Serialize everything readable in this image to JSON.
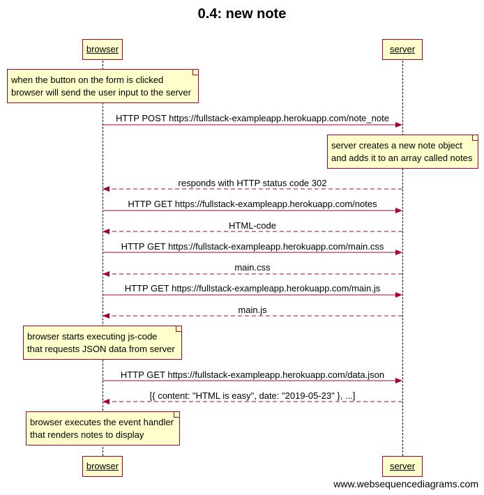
{
  "title": "0.4: new note",
  "participants": {
    "browser": "browser",
    "server": "server"
  },
  "notes": {
    "note1": [
      "when the button on the form is clicked",
      "browser will send the user input to the server"
    ],
    "note2": [
      "server creates a new note object",
      "and adds it to an array called notes"
    ],
    "note3": [
      "browser starts executing js-code",
      "that requests JSON data from server"
    ],
    "note4": [
      "browser executes the event handler",
      "that renders notes to display"
    ]
  },
  "messages": [
    {
      "label": "HTTP POST https://fullstack-exampleapp.herokuapp.com/note_note",
      "from": "browser",
      "to": "server",
      "style": "solid"
    },
    {
      "label": "responds with HTTP status code 302",
      "from": "server",
      "to": "browser",
      "style": "dashed"
    },
    {
      "label": "HTTP GET https://fullstack-exampleapp.herokuapp.com/notes",
      "from": "browser",
      "to": "server",
      "style": "solid"
    },
    {
      "label": "HTML-code",
      "from": "server",
      "to": "browser",
      "style": "dashed"
    },
    {
      "label": "HTTP GET https://fullstack-exampleapp.herokuapp.com/main.css",
      "from": "browser",
      "to": "server",
      "style": "solid"
    },
    {
      "label": "main.css",
      "from": "server",
      "to": "browser",
      "style": "dashed"
    },
    {
      "label": "HTTP GET https://fullstack-exampleapp.herokuapp.com/main.js",
      "from": "browser",
      "to": "server",
      "style": "solid"
    },
    {
      "label": "main.js",
      "from": "server",
      "to": "browser",
      "style": "dashed"
    },
    {
      "label": "HTTP GET https://fullstack-exampleapp.herokuapp.com/data.json",
      "from": "browser",
      "to": "server",
      "style": "solid"
    },
    {
      "label": "[{ content: \"HTML is easy\", date: \"2019-05-23\" }, ...]",
      "from": "server",
      "to": "browser",
      "style": "dashed"
    }
  ],
  "watermark": "www.websequencediagrams.com",
  "colors": {
    "line": "#a80036",
    "fill": "#ffffcc"
  }
}
